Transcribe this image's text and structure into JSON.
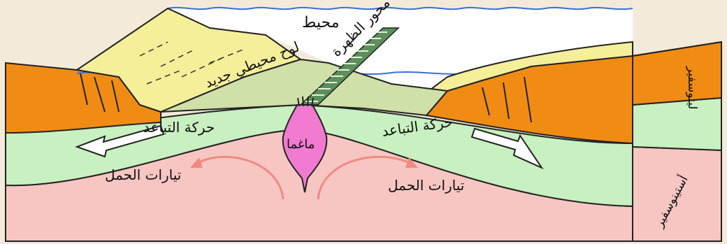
{
  "labels": {
    "ocean": "محيط",
    "ridge_axis": "محور الظهرة",
    "new_oceanic_plate": "لوح محيطي جديد",
    "divergence_left": "حركة التباعد",
    "divergence_right": "حركة التباعد",
    "magma": "ماغما",
    "convection_left": "تيارات الحمل",
    "convection_right": "تيارات الحمل",
    "lithosphere": "ليتوسفير",
    "asthenosphere": "أستينوسفير"
  },
  "colors": {
    "water": "#ffffff",
    "water_line": "#3a6fd8",
    "sediment": "#f5ef9a",
    "continental_crust": "#f08c14",
    "continental_crust_dark": "#d97808",
    "oceanic_crust": "#cfe0a8",
    "lithosphere": "#c8f0c0",
    "asthenosphere": "#f7c6c3",
    "magma": "#f07bd0",
    "convection_arrow": "#f08a80",
    "ridge_hatch": "#5b8f5b"
  }
}
